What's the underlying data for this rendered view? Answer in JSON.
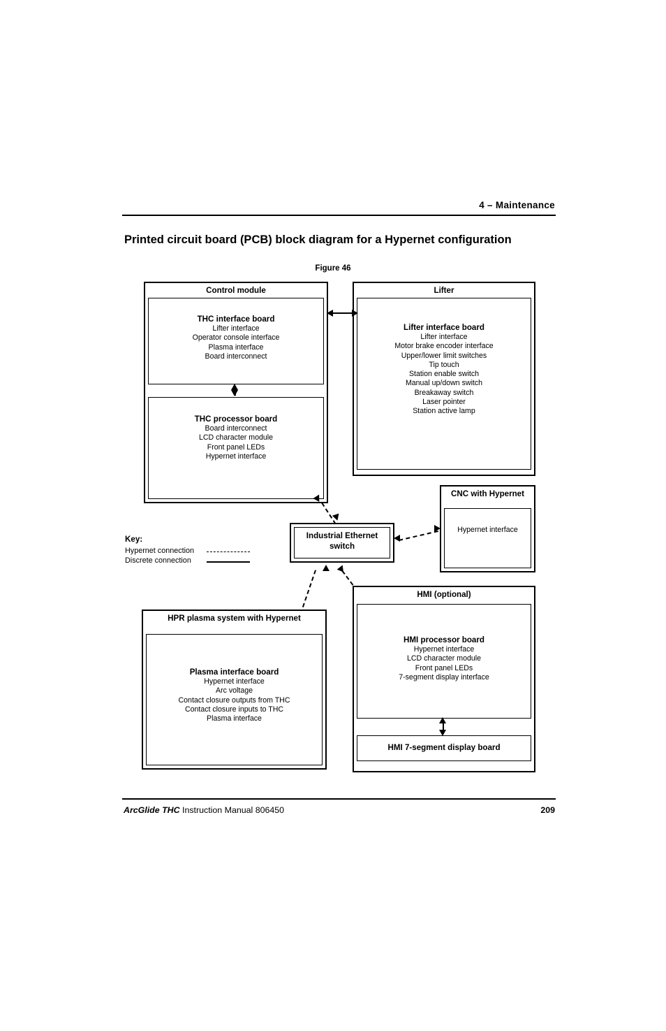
{
  "header": {
    "chapter": "4  –  Maintenance"
  },
  "title": "Printed circuit board (PCB) block diagram for a Hypernet configuration",
  "figure_caption": "Figure 46",
  "diagram": {
    "control_module": {
      "group_title": "Control module",
      "boards": [
        {
          "title": "THC interface board",
          "lines": [
            "Lifter interface",
            "Operator console interface",
            "Plasma interface",
            "Board interconnect"
          ]
        },
        {
          "title": "THC processor board",
          "lines": [
            "Board interconnect",
            "LCD character module",
            "Front panel LEDs",
            "Hypernet interface"
          ]
        }
      ]
    },
    "lifter": {
      "group_title": "Lifter",
      "boards": [
        {
          "title": "Lifter interface board",
          "lines": [
            "Lifter interface",
            "Motor brake encoder interface",
            "Upper/lower limit switches",
            "Tip touch",
            "Station enable switch",
            "Manual up/down switch",
            "Breakaway switch",
            "Laser pointer",
            "Station active lamp"
          ]
        }
      ]
    },
    "cnc": {
      "group_title": "CNC with Hypernet",
      "boards": [
        {
          "title": "",
          "lines": [
            "Hypernet interface"
          ]
        }
      ]
    },
    "switch": {
      "label_line1": "Industrial Ethernet",
      "label_line2": "switch"
    },
    "hpr": {
      "group_title": "HPR plasma system with Hypernet",
      "boards": [
        {
          "title": "Plasma interface board",
          "lines": [
            "Hypernet interface",
            "Arc voltage",
            "Contact closure outputs from THC",
            "Contact closure inputs to THC",
            "Plasma interface"
          ]
        }
      ]
    },
    "hmi": {
      "group_title": "HMI (optional)",
      "boards": [
        {
          "title": "HMI processor board",
          "lines": [
            "Hypernet interface",
            "LCD character module",
            "Front panel LEDs",
            "7-segment display interface"
          ]
        },
        {
          "title": "HMI 7-segment display board",
          "lines": []
        }
      ]
    },
    "key": {
      "title": "Key:",
      "hypernet_label": "Hypernet connection",
      "discrete_label": "Discrete connection"
    }
  },
  "footer": {
    "brand": "ArcGlide THC",
    "manual": "Instruction Manual  806450",
    "page_number": "209"
  }
}
